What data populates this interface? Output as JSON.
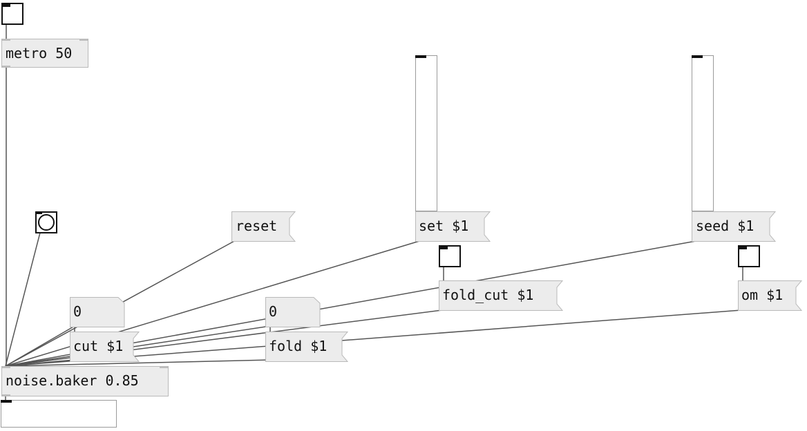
{
  "patch": {
    "objects": {
      "metro": "metro 50",
      "noise": "noise.baker 0.85"
    },
    "messages": {
      "reset": "reset",
      "set": "set $1",
      "seed": "seed $1",
      "fold_cut": "fold_cut $1",
      "om": "om $1",
      "cut": "cut $1",
      "fold": "fold $1"
    },
    "numbers": {
      "cut_value": "0",
      "fold_value": "0"
    },
    "colors": {
      "box_fill": "#ececec",
      "box_border": "#b9b9b9",
      "wire": "#555555",
      "gui_border": "#111111"
    }
  }
}
